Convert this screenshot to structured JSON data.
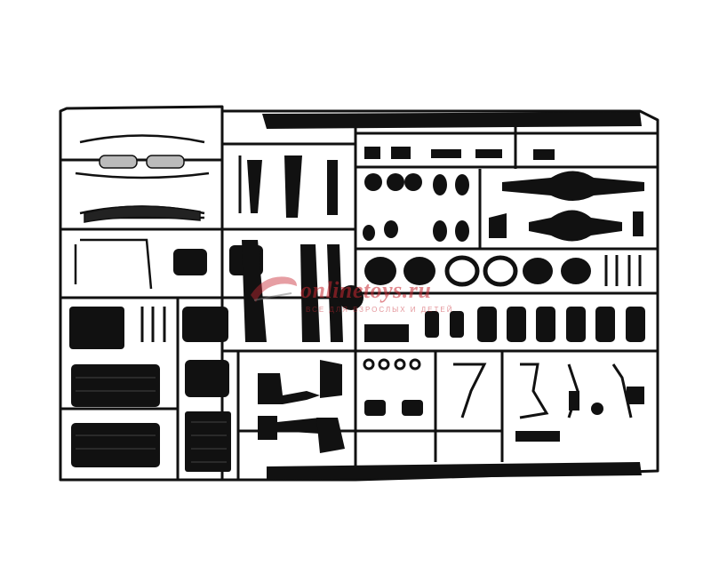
{
  "image": {
    "description_kind": "photo of a plastic model kit parts sprue",
    "colors": {
      "background": "#ffffff",
      "plastic": "#111111",
      "watermark": "#c82832"
    }
  },
  "watermark": {
    "brand_text": "onlinetoys.ru",
    "tagline": "ВСЕ ДЛЯ ВЗРОСЛЫХ И ДЕТЕЙ"
  }
}
